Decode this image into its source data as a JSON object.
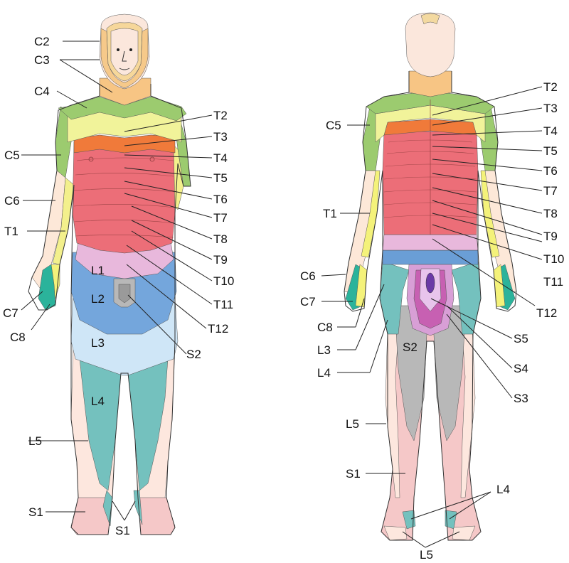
{
  "colors": {
    "skin": "#fbe7dc",
    "hair": "#f3d9a0",
    "c2": "#f6d79a",
    "c3": "#f6c98a",
    "c4": "#f7c584",
    "c5": "#9ccb6f",
    "c6": "#fde8d8",
    "c7": "#f4f27a",
    "c8": "#2bb39b",
    "t1": "#f3f08c",
    "t2": "#f1f39a",
    "t3": "#f07a3a",
    "thoracic": "#ec6e78",
    "t11": "#e8b8dc",
    "l1": "#6a9ed6",
    "l2": "#74a6dc",
    "l3": "#cfe6f7",
    "l4": "#74c1be",
    "l5": "#fde7de",
    "s1": "#f5c8c8",
    "s2": "#b8b8b8",
    "s3": "#c760b2",
    "s4": "#d89fd6",
    "s5": "#6a3aa6"
  },
  "front": {
    "labels": {
      "c2": "C2",
      "c3": "C3",
      "c4": "C4",
      "c5": "C5",
      "c6": "C6",
      "t1": "T1",
      "c7": "C7",
      "c8": "C8",
      "t2": "T2",
      "t3": "T3",
      "t4": "T4",
      "t5": "T5",
      "t6": "T6",
      "t7": "T7",
      "t8": "T8",
      "t9": "T9",
      "t10": "T10",
      "t11": "T11",
      "t12": "T12",
      "l1": "L1",
      "l2": "L2",
      "l3": "L3",
      "l4": "L4",
      "l5": "L5",
      "s1_left": "S1",
      "s1_bottom": "S1",
      "s2": "S2"
    }
  },
  "back": {
    "labels": {
      "t2": "T2",
      "t3": "T3",
      "t4": "T4",
      "t5": "T5",
      "t6": "T6",
      "t7": "T7",
      "t8": "T8",
      "t9": "T9",
      "t10": "T10",
      "t11": "T11",
      "t12": "T12",
      "c5": "C5",
      "t1": "T1",
      "c6": "C6",
      "c7": "C7",
      "c8": "C8",
      "l3": "L3",
      "l4_left": "L4",
      "l5_left": "L5",
      "s1": "S1",
      "s2": "S2",
      "s3": "S3",
      "s4": "S4",
      "s5": "S5",
      "l4_bottom": "L4",
      "l5_bottom": "L5"
    }
  }
}
